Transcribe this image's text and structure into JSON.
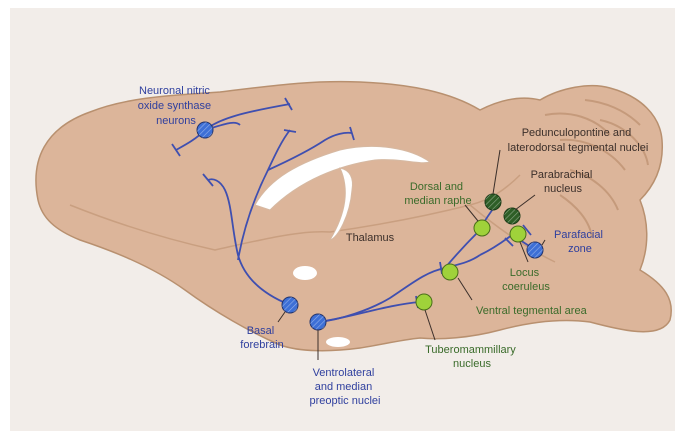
{
  "colors": {
    "background": "#f2ede9",
    "brain": "#dcb59a",
    "brain_outline": "#b8906f",
    "pathway": "#3f4fb0",
    "blue_nucleus": "#3d6fd6",
    "green_nucleus": "#9fd23a",
    "dark_green_nucleus": "#2e5e26",
    "label_blue": "#2f3f9e",
    "label_green": "#3a6b2a"
  },
  "labels": {
    "nnos": [
      "Neuronal nitric",
      "oxide synthase",
      "neurons"
    ],
    "ppt": [
      "Pedunculopontine and",
      "laterodorsal tegmental nuclei"
    ],
    "parabrachial": [
      "Parabrachial",
      "nucleus"
    ],
    "dorsal_raphe": [
      "Dorsal and",
      "median raphe"
    ],
    "thalamus": "Thalamus",
    "parafacial": [
      "Parafacial",
      "zone"
    ],
    "locus": [
      "Locus",
      "coeruleus"
    ],
    "vta": "Ventral tegmental area",
    "basal": [
      "Basal",
      "forebrain"
    ],
    "tmn": [
      "Tuberomammillary",
      "nucleus"
    ],
    "vlpo": [
      "Ventrolateral",
      "and median",
      "preoptic nuclei"
    ]
  }
}
